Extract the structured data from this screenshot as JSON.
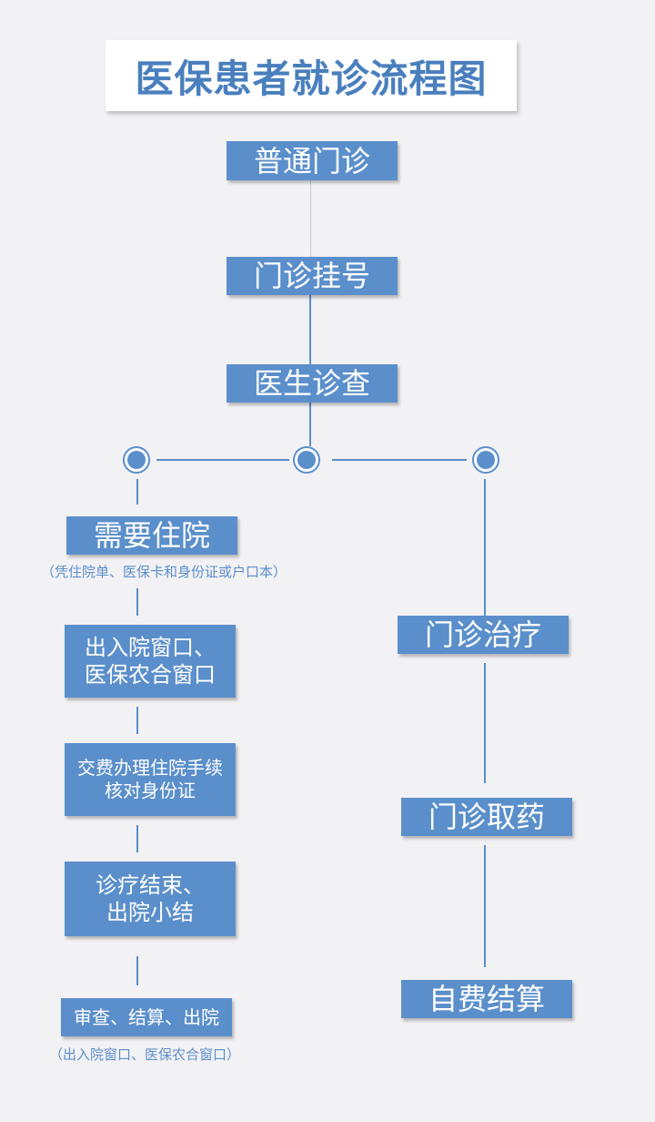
{
  "title": "医保患者就诊流程图",
  "main": {
    "step1": "普通门诊",
    "step2": "门诊挂号",
    "step3": "医生诊查"
  },
  "inpatient": {
    "head": "需要住院",
    "head_note": "（凭住院单、医保卡和身份证或户口本）",
    "window_line1": "出入院窗口、",
    "window_line2": "医保农合窗口",
    "pay_line1": "交费办理住院手续",
    "pay_line2": "核对身份证",
    "end_line1": "诊疗结束、",
    "end_line2": "出院小结",
    "final": "审查、结算、出院",
    "final_note": "（出入院窗口、医保农合窗口）"
  },
  "outpatient": {
    "treat": "门诊治疗",
    "medicine": "门诊取药",
    "settle": "自费结算"
  },
  "colors": {
    "accent": "#5b8fcb",
    "title_text": "#4a7fbe",
    "background": "#f2f1f4"
  }
}
